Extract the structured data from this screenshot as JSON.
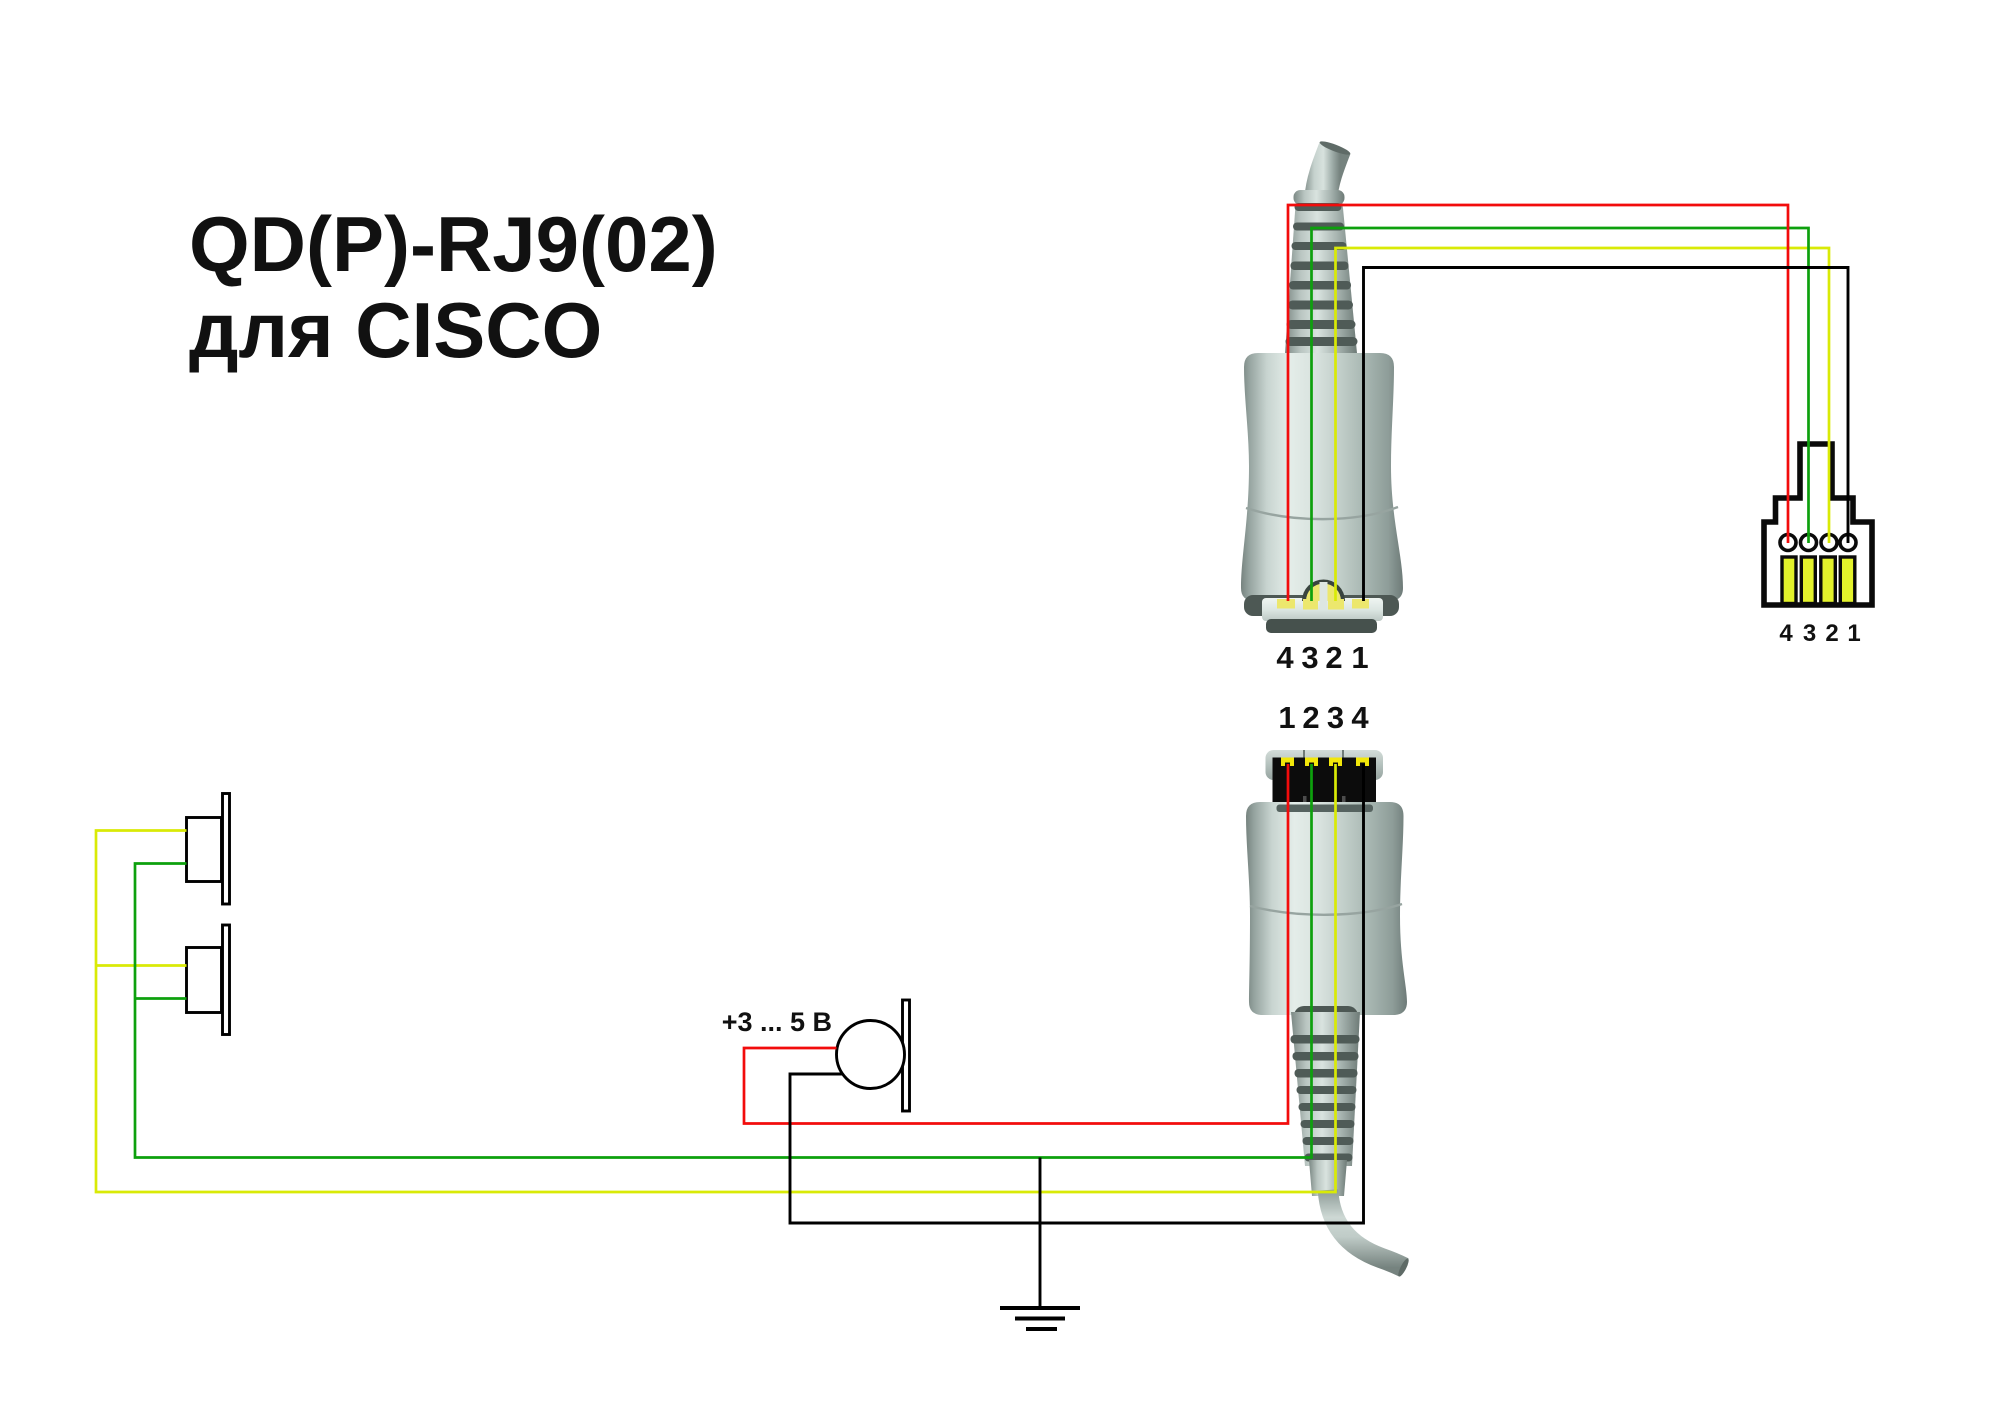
{
  "title": {
    "line1": "QD(P)-RJ9(02)",
    "line2": "для CISCO"
  },
  "connectors": {
    "qd_top": {
      "pin_labels": [
        "4",
        "3",
        "2",
        "1"
      ]
    },
    "qd_bottom": {
      "pin_labels": [
        "1",
        "2",
        "3",
        "4"
      ]
    },
    "rj9": {
      "pin_labels": [
        "4",
        "3",
        "2",
        "1"
      ],
      "pin_fill": "#e3f22b"
    }
  },
  "microphone": {
    "voltage_label": "+3 ... 5 В"
  },
  "wires": {
    "red": {
      "color": "#f20c0c"
    },
    "green": {
      "color": "#0da00d"
    },
    "yellow": {
      "color": "#d9ea06"
    },
    "black": {
      "color": "#000000"
    }
  },
  "contacts": {
    "qd_top_yellow": "#ece76d",
    "qd_bottom_yellow": "#f2e70a",
    "face_black": "#0c0c0c"
  }
}
